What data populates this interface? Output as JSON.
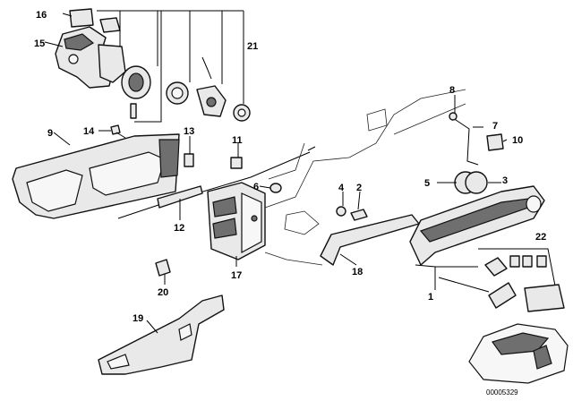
{
  "diagram": {
    "image_code": "00005329",
    "callouts": {
      "p1": "1",
      "p2": "2",
      "p3": "3",
      "p4": "4",
      "p5": "5",
      "p6": "6",
      "p7": "7",
      "p8": "8",
      "p9": "9",
      "p10": "10",
      "p11": "11",
      "p12": "12",
      "p13": "13",
      "p14": "14",
      "p15": "15",
      "p16": "16",
      "p17": "17",
      "p18": "18",
      "p19": "19",
      "p20": "20",
      "p21": "21",
      "p22": "22"
    }
  }
}
